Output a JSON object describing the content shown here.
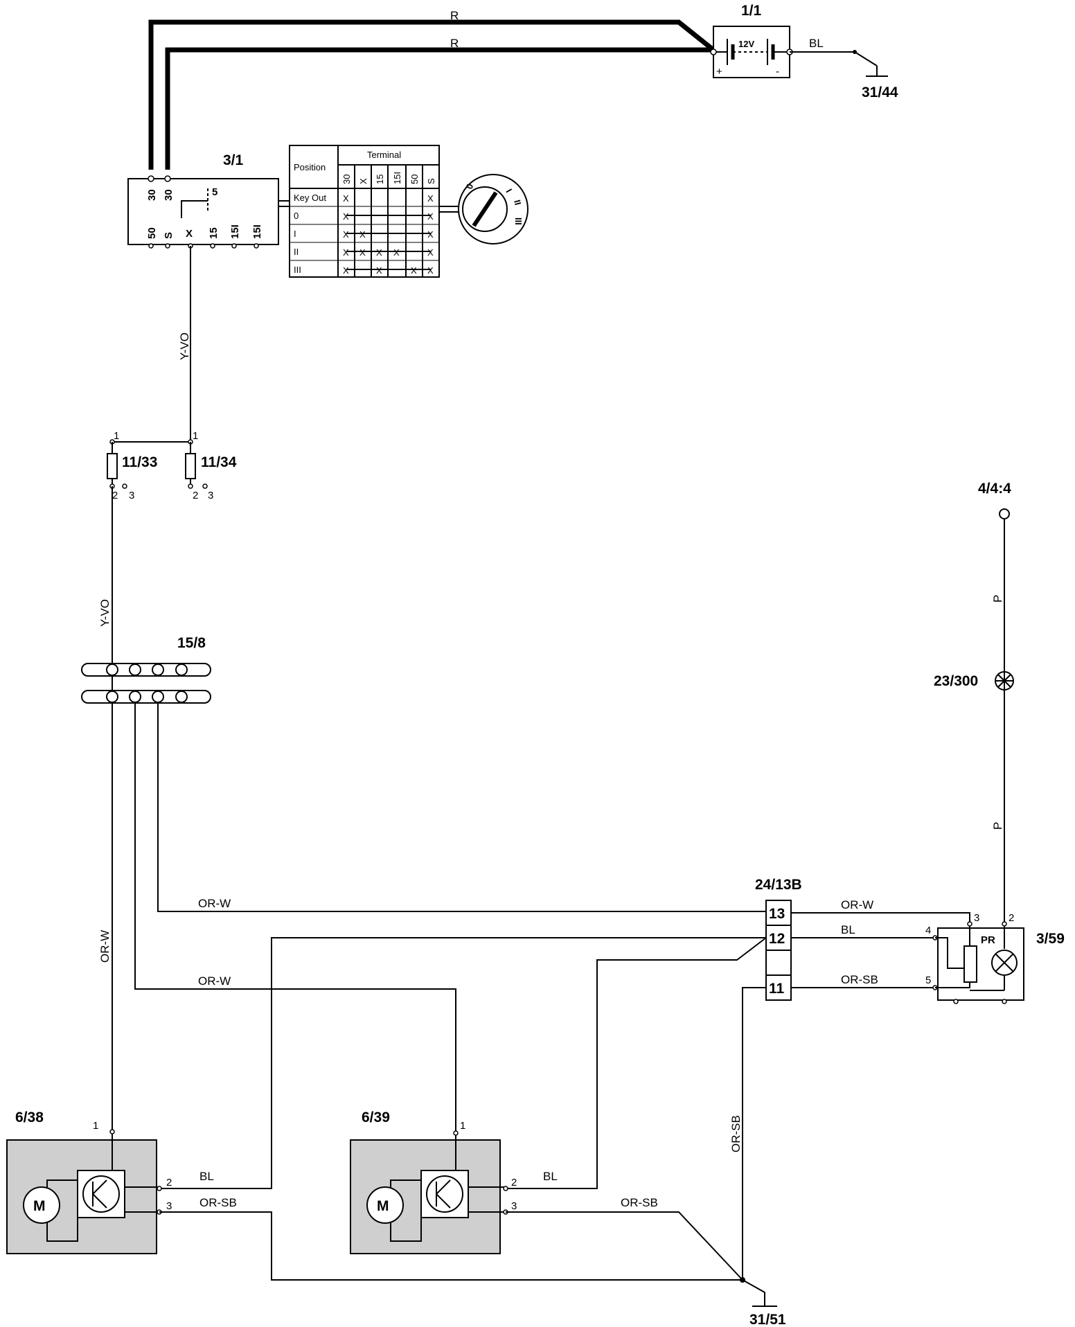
{
  "components": {
    "battery": {
      "ref": "1/1",
      "voltage": "12V",
      "plus": "+",
      "minus": "-"
    },
    "ground_top": {
      "ref": "31/44"
    },
    "ground_bottom": {
      "ref": "31/51"
    },
    "ignition_switch": {
      "ref": "3/1",
      "pins_top": [
        "30",
        "30"
      ],
      "pin_5": "5",
      "pins_bottom": [
        "50",
        "S",
        "X",
        "15",
        "15I",
        "15I"
      ]
    },
    "fuse_a": {
      "ref": "11/33"
    },
    "fuse_b": {
      "ref": "11/34"
    },
    "splice": {
      "ref": "15/8"
    },
    "power_node": {
      "ref": "4/4:4"
    },
    "lamp": {
      "ref": "23/300"
    },
    "connector": {
      "ref": "24/13B",
      "pins": [
        "13",
        "12",
        "",
        "11"
      ]
    },
    "control_unit": {
      "ref": "3/59",
      "label": "PR"
    },
    "motor_left": {
      "ref": "6/38",
      "symbol": "M"
    },
    "motor_right": {
      "ref": "6/39",
      "symbol": "M"
    }
  },
  "switch_table": {
    "header_position": "Position",
    "header_terminal": "Terminal",
    "columns": [
      "30",
      "X",
      "15",
      "15I",
      "50",
      "S"
    ],
    "rows": [
      {
        "label": "Key Out",
        "marks": [
          "X",
          "",
          "",
          "",
          "",
          "X"
        ]
      },
      {
        "label": "0",
        "marks": [
          "X",
          "",
          "",
          "",
          "",
          "X"
        ]
      },
      {
        "label": "I",
        "marks": [
          "X",
          "X",
          "",
          "",
          "",
          "X"
        ]
      },
      {
        "label": "II",
        "marks": [
          "X",
          "X",
          "X",
          "X",
          "",
          "X"
        ]
      },
      {
        "label": "III",
        "marks": [
          "X",
          "",
          "X",
          "",
          "X",
          "X"
        ]
      }
    ],
    "dial_labels": [
      "0",
      "I",
      "II",
      "III"
    ]
  },
  "wire_labels": {
    "r1": "R",
    "r2": "R",
    "bl_top": "BL",
    "yvo1": "Y-VO",
    "yvo2": "Y-VO",
    "orw_left": "OR-W",
    "orw_top": "OR-W",
    "orw_mid": "OR-W",
    "orw_right": "OR-W",
    "bl_conn": "BL",
    "orsb_conn": "OR-SB",
    "p1": "P",
    "p2": "P",
    "orsb_vert": "OR-SB",
    "bl_m1": "BL",
    "orsb_m1": "OR-SB",
    "bl_m2": "BL",
    "orsb_m2": "OR-SB"
  },
  "pin_labels": {
    "fuse_top_a": "1",
    "fuse_top_b": "1",
    "fuse_a_2": "2",
    "fuse_a_3": "3",
    "fuse_b_2": "2",
    "fuse_b_3": "3",
    "m1_1": "1",
    "m1_2": "2",
    "m1_3": "3",
    "m2_1": "1",
    "m2_2": "2",
    "m2_3": "3",
    "cu_3": "3",
    "cu_2": "2",
    "cu_4": "4",
    "cu_5": "5"
  }
}
